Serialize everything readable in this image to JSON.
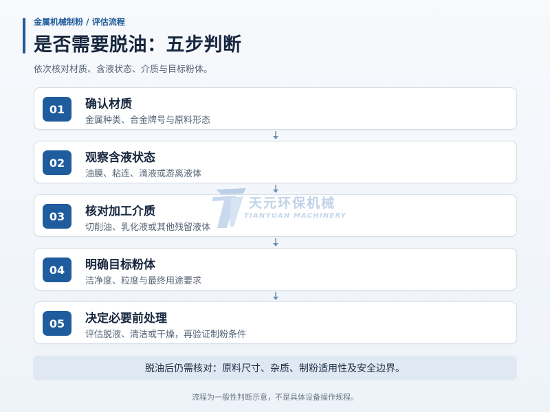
{
  "header": {
    "breadcrumb": "金属机械制粉 / 评估流程",
    "title": "是否需要脱油：五步判断",
    "subtitle": "依次核对材质、含液状态、介质与目标粉体。"
  },
  "steps": [
    {
      "number": "01",
      "title": "确认材质",
      "description": "金属种类、合金牌号与原料形态"
    },
    {
      "number": "02",
      "title": "观察含液状态",
      "description": "油膜、粘连、滴液或游离液体"
    },
    {
      "number": "03",
      "title": "核对加工介质",
      "description": "切削油、乳化液或其他残留液体"
    },
    {
      "number": "04",
      "title": "明确目标粉体",
      "description": "洁净度、粒度与最终用途要求"
    },
    {
      "number": "05",
      "title": "决定必要前处理",
      "description": "评估脱液、清洁或干燥，再验证制粉条件"
    }
  ],
  "watermark": {
    "name_cn": "天元环保机械",
    "name_en": "TIANYUAN MACHINERY"
  },
  "note": "脱油后仍需核对：原料尺寸、杂质、制粉适用性及安全边界。",
  "footer": "流程为一般性判断示意，不是具体设备操作规程。",
  "colors": {
    "accent": "#1e5a99",
    "badge": "#1f5c9e",
    "note_bg": "#dfe8f3"
  },
  "icons": {
    "connector": "arrow-down-icon",
    "watermark_logo": "tianyuan-logo"
  }
}
